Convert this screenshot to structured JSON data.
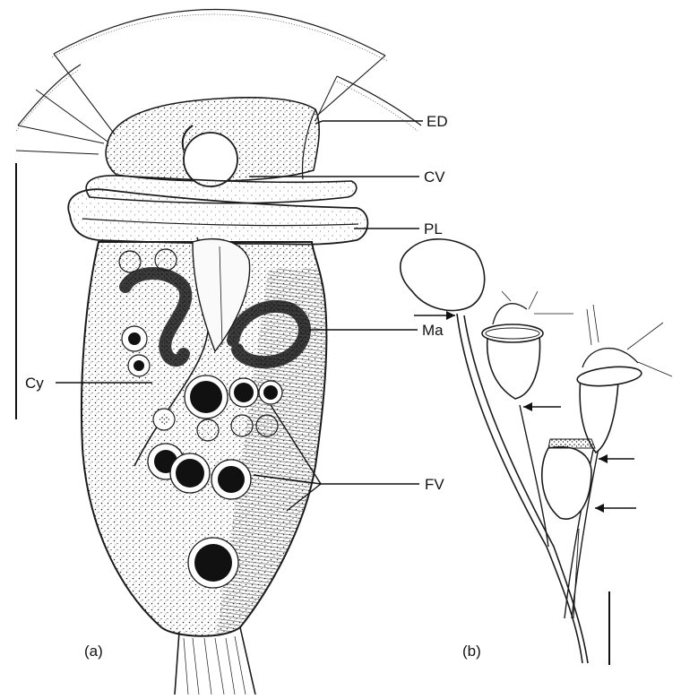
{
  "figure": {
    "panels": [
      {
        "id": "a",
        "label": "(a)"
      },
      {
        "id": "b",
        "label": "(b)"
      }
    ],
    "labels": {
      "ED": "ED",
      "CV": "CV",
      "PL": "PL",
      "Ma": "Ma",
      "Cy": "Cy",
      "FV": "FV"
    }
  }
}
